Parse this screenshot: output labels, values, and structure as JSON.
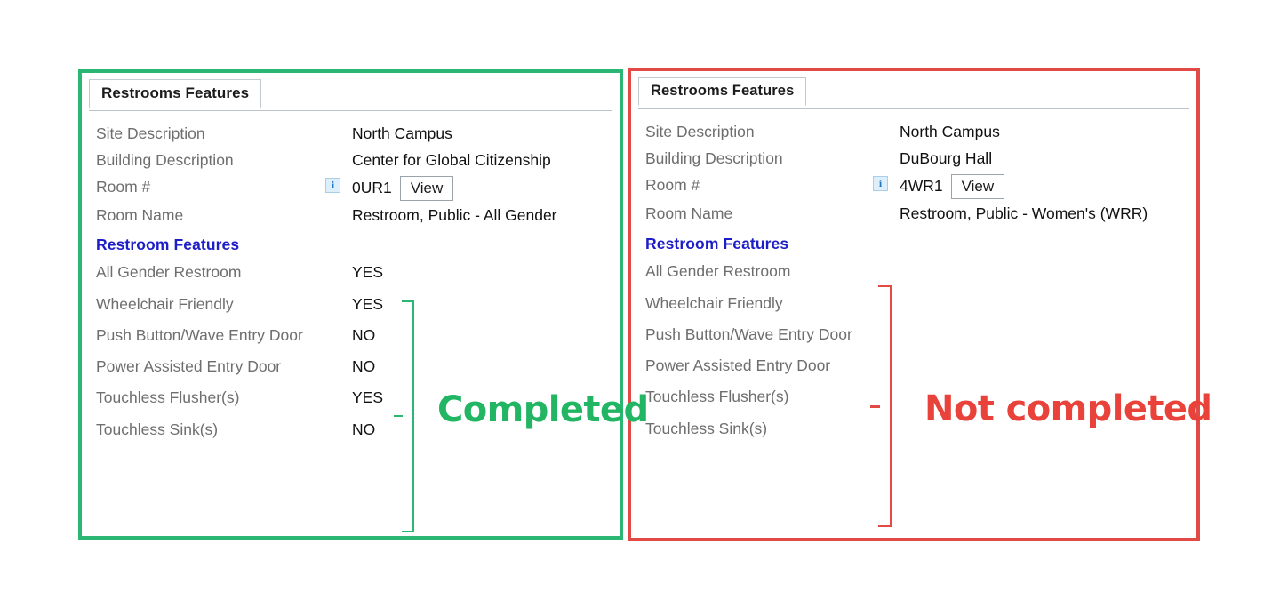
{
  "colors": {
    "completed_border": "#2bb673",
    "not_completed_border": "#e24b45",
    "completed_text": "#22b563",
    "not_completed_text": "#e8423a",
    "section_heading": "#1e1ec8",
    "label_gray": "#6e6e6e",
    "value_black": "#111111",
    "page_background": "#ffffff"
  },
  "panels": [
    {
      "id": "completed",
      "tab_label": "Restrooms Features",
      "info_icon": "info-icon",
      "view_label": "View",
      "section_heading": "Restroom Features",
      "verdict": "Completed",
      "fields": [
        {
          "label": "Site Description",
          "value": "North Campus"
        },
        {
          "label": "Building Description",
          "value": "Center for Global Citizenship"
        },
        {
          "label": "Room #",
          "value": "0UR1"
        },
        {
          "label": "Room Name",
          "value": "Restroom, Public - All Gender"
        }
      ],
      "features": [
        {
          "label": "All Gender Restroom",
          "value": "YES"
        },
        {
          "label": "Wheelchair Friendly",
          "value": "YES"
        },
        {
          "label": "Push Button/Wave Entry Door",
          "value": "NO"
        },
        {
          "label": "Power Assisted Entry Door",
          "value": "NO"
        },
        {
          "label": "Touchless Flusher(s)",
          "value": "YES"
        },
        {
          "label": "Touchless Sink(s)",
          "value": "NO"
        }
      ]
    },
    {
      "id": "not-completed",
      "tab_label": "Restrooms Features",
      "info_icon": "info-icon",
      "view_label": "View",
      "section_heading": "Restroom Features",
      "verdict": "Not completed",
      "fields": [
        {
          "label": "Site Description",
          "value": "North Campus"
        },
        {
          "label": "Building Description",
          "value": "DuBourg Hall"
        },
        {
          "label": "Room #",
          "value": "4WR1"
        },
        {
          "label": "Room Name",
          "value": "Restroom, Public - Women's (WRR)"
        }
      ],
      "features": [
        {
          "label": "All Gender Restroom",
          "value": ""
        },
        {
          "label": "Wheelchair Friendly",
          "value": ""
        },
        {
          "label": "Push Button/Wave Entry Door",
          "value": ""
        },
        {
          "label": "Power Assisted Entry Door",
          "value": ""
        },
        {
          "label": "Touchless Flusher(s)",
          "value": ""
        },
        {
          "label": "Touchless Sink(s)",
          "value": ""
        }
      ]
    }
  ]
}
